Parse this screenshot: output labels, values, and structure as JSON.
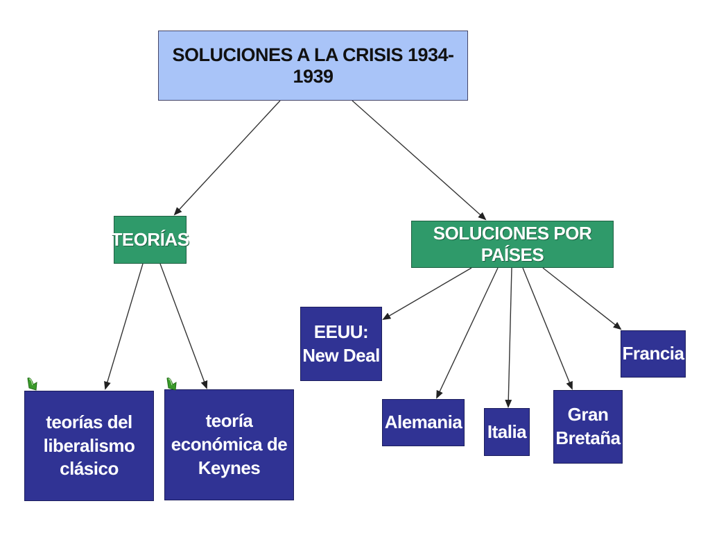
{
  "root": {
    "label": "SOLUCIONES A LA CRISIS 1934- 1939"
  },
  "categories": {
    "teorias": "TEORÍAS",
    "soluciones_por_paises": "SOLUCIONES POR PAÍSES"
  },
  "teorias_children": {
    "liberalismo": [
      "teorías del",
      "liberalismo",
      "clásico"
    ],
    "keynes": [
      "teoría",
      "económica de",
      "Keynes"
    ]
  },
  "paises_children": {
    "eeuu": [
      "EEUU:",
      "New Deal"
    ],
    "alemania": "Alemania",
    "italia": "Italia",
    "gran_bretana": [
      "Gran",
      "Bretaña"
    ],
    "francia": "Francia"
  },
  "colors": {
    "root_fill": "#a9c4f8",
    "category_fill": "#2f9a6a",
    "leaf_fill": "#303394",
    "arrow": "#333333",
    "note_icon": "#3a9a2a"
  },
  "icons": {
    "note": "note-attachment-icon"
  }
}
